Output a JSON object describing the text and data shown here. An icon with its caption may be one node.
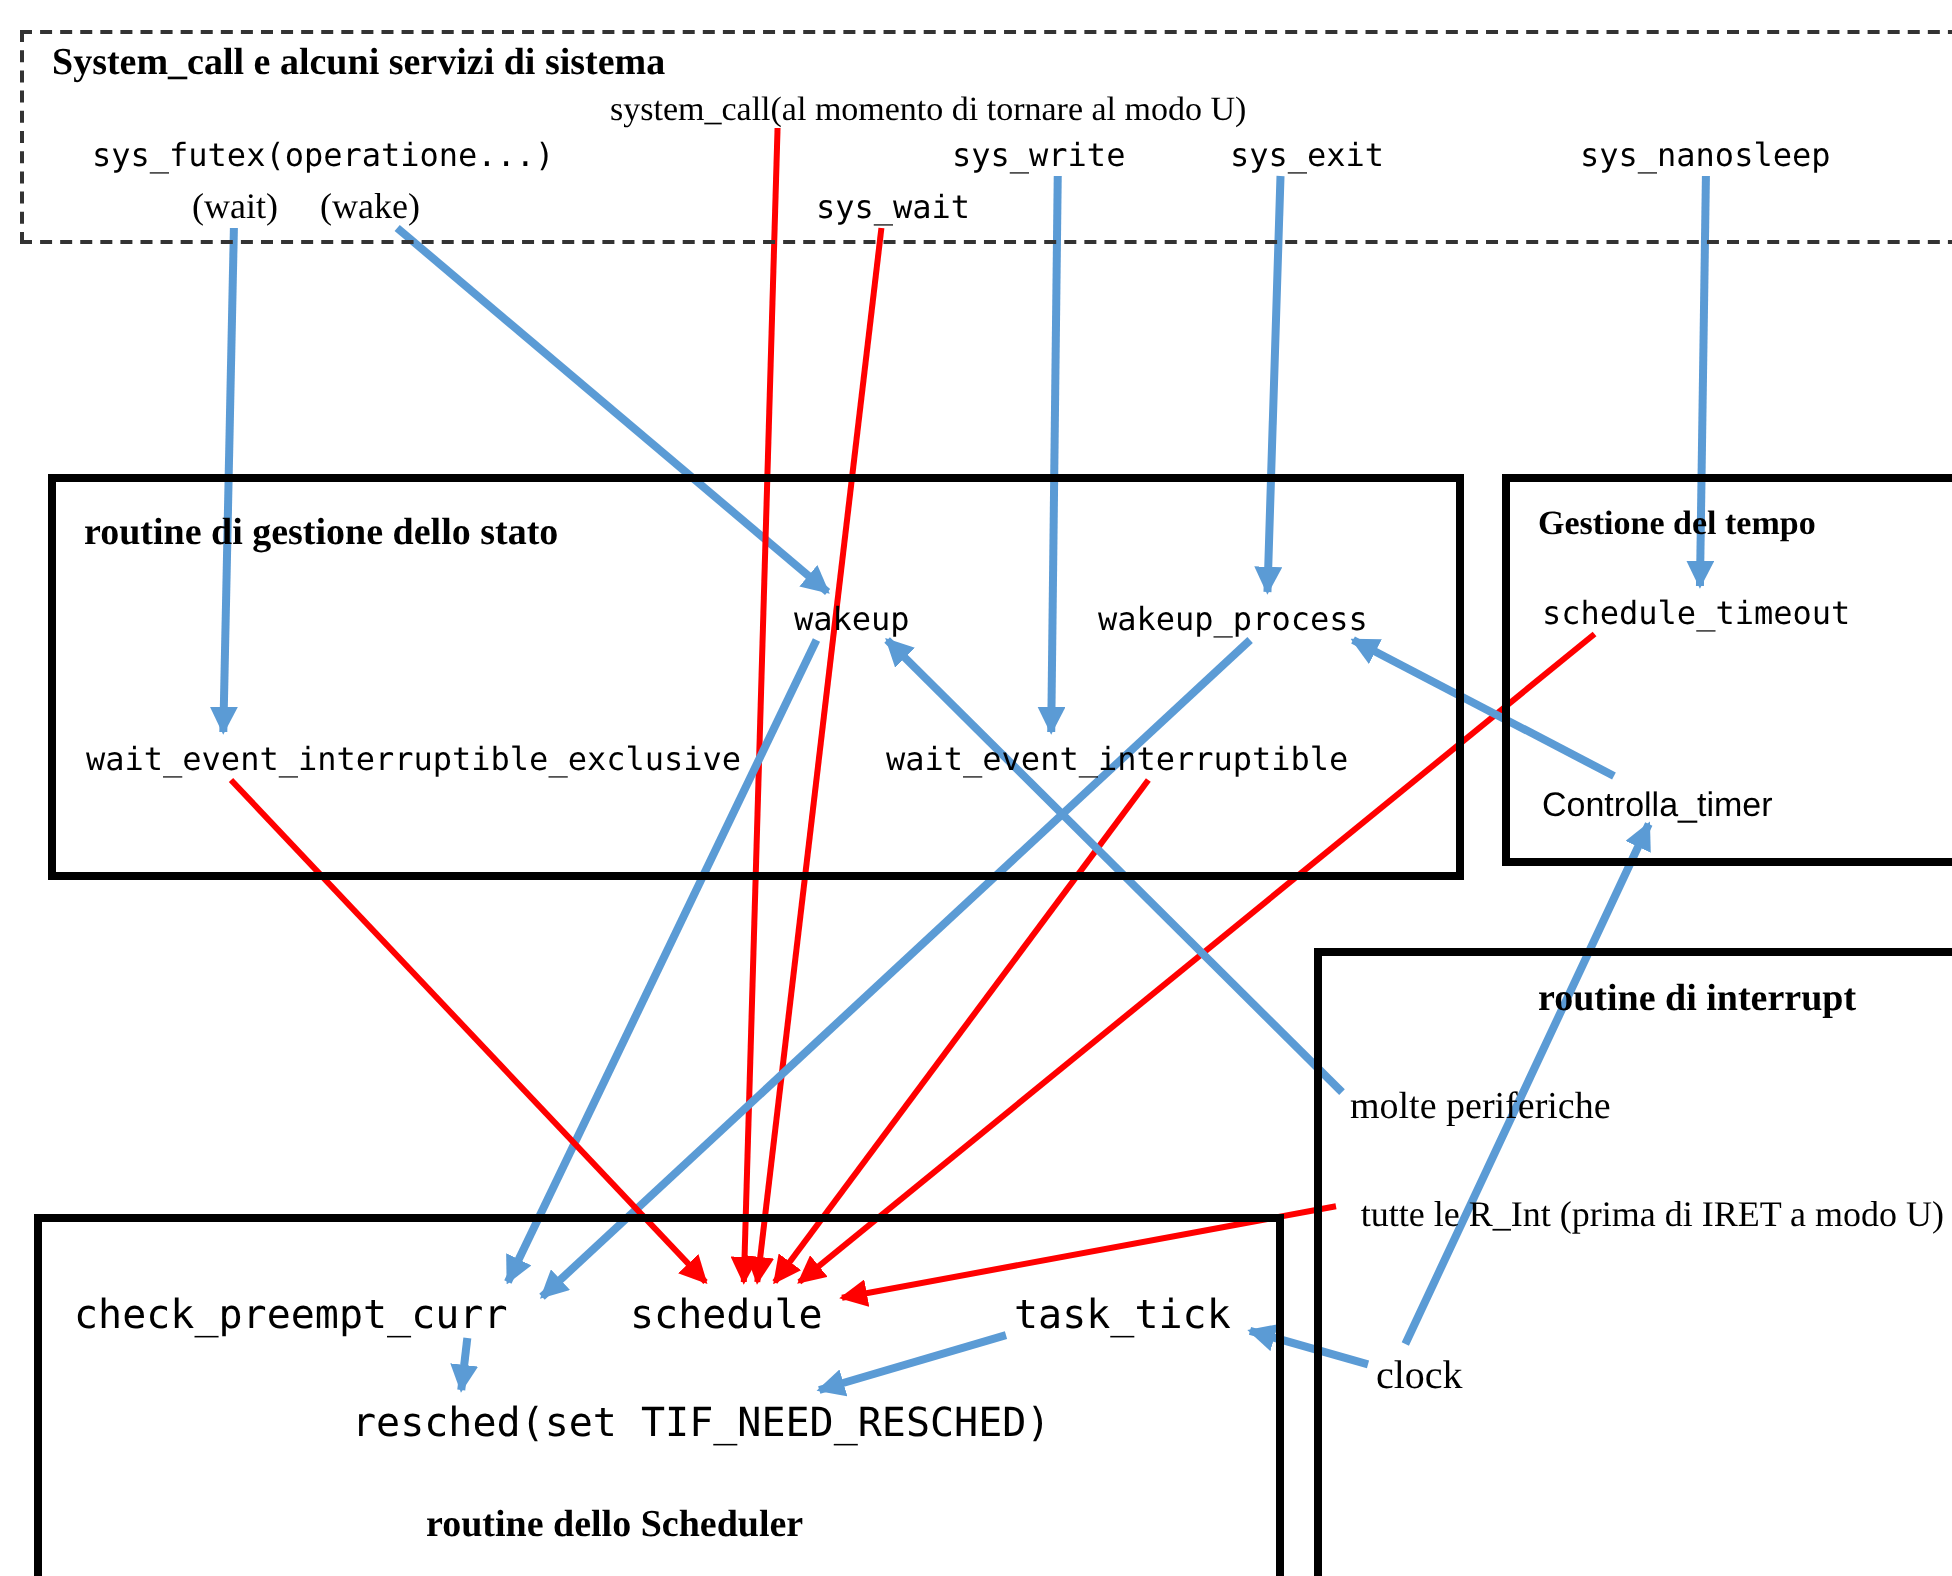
{
  "diagram": {
    "nodes": [
      {
        "text": [
          "System_call e alcuni servizi di sistema"
        ]
      },
      {
        "text": [
          "system_call(al momento di tornare al modo U)"
        ],
        "in": 0
      },
      {
        "text": [
          "sys_futex(operatione...)"
        ],
        "in": 0
      },
      {
        "text": [
          "(wait)"
        ],
        "in": 0
      },
      {
        "text": [
          "(wake)"
        ],
        "in": 0
      },
      {
        "text": [
          "sys_wait"
        ],
        "in": 0
      },
      {
        "text": [
          "sys_write"
        ],
        "in": 0
      },
      {
        "text": [
          "sys_exit"
        ],
        "in": 0
      },
      {
        "text": [
          "sys_nanosleep"
        ],
        "in": 0
      },
      {
        "text": [
          "routine di gestione dello stato"
        ]
      },
      {
        "text": [
          "wakeup"
        ],
        "in": 9
      },
      {
        "text": [
          "wakeup_process"
        ],
        "in": 9
      },
      {
        "text": [
          "wait_event_interruptible_exclusive"
        ],
        "in": 9
      },
      {
        "text": [
          "wait_event_interruptible"
        ],
        "in": 9
      },
      {
        "text": [
          "Gestione del tempo"
        ]
      },
      {
        "text": [
          "schedule_timeout"
        ],
        "in": 14
      },
      {
        "text": [
          "Controlla_timer"
        ],
        "in": 14
      },
      {
        "text": [
          "routine di interrupt"
        ]
      },
      {
        "text": [
          "molte periferiche"
        ],
        "in": 17
      },
      {
        "text": [
          "tutte le R_Int (prima di IRET a modo U)"
        ],
        "in": 17
      },
      {
        "text": [
          "clock"
        ],
        "in": 17
      },
      {
        "text": [
          "routine dello Scheduler"
        ]
      },
      {
        "text": [
          "check_preempt_curr"
        ],
        "in": 21
      },
      {
        "text": [
          "schedule"
        ],
        "in": 21
      },
      {
        "text": [
          "task_tick"
        ],
        "in": 21
      },
      {
        "text": [
          "resched(set TIF_NEED_RESCHED)"
        ],
        "in": 21
      }
    ],
    "edges": [
      {
        "from": 3,
        "to": 12,
        "arrow": "to"
      },
      {
        "from": 4,
        "to": 10,
        "arrow": "to"
      },
      {
        "from": 1,
        "to": 23,
        "arrow": "to",
        "color": "#ff0000"
      },
      {
        "from": 5,
        "to": 23,
        "arrow": "to",
        "color": "#ff0000"
      },
      {
        "from": 6,
        "to": 13,
        "arrow": "to"
      },
      {
        "from": 7,
        "to": 11,
        "arrow": "to"
      },
      {
        "from": 8,
        "to": 15,
        "arrow": "to"
      },
      {
        "from": 10,
        "to": 22,
        "arrow": "to"
      },
      {
        "from": 11,
        "to": 22,
        "arrow": "to"
      },
      {
        "from": 12,
        "to": 23,
        "arrow": "to",
        "color": "#ff0000"
      },
      {
        "from": 13,
        "to": 23,
        "arrow": "to",
        "color": "#ff0000"
      },
      {
        "from": 15,
        "to": 23,
        "arrow": "to",
        "color": "#ff0000"
      },
      {
        "from": 16,
        "to": 11,
        "arrow": "to"
      },
      {
        "from": 18,
        "to": 10,
        "arrow": "to"
      },
      {
        "from": 19,
        "to": 23,
        "arrow": "to",
        "color": "#ff0000"
      },
      {
        "from": 20,
        "to": 16,
        "arrow": "to"
      },
      {
        "from": 20,
        "to": 24,
        "arrow": "to"
      },
      {
        "from": 22,
        "to": 25,
        "arrow": "to"
      },
      {
        "from": 24,
        "to": 25,
        "arrow": "to"
      }
    ]
  }
}
